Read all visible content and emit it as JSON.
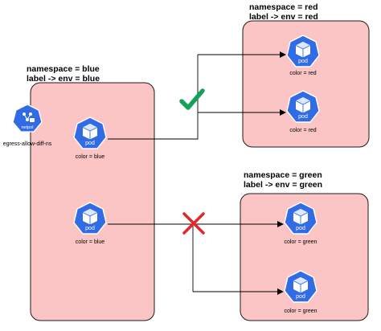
{
  "namespaces": {
    "red": {
      "title_line1": "namespace = red",
      "title_line2": "label -> env = red"
    },
    "blue": {
      "title_line1": "namespace = blue",
      "title_line2": "label -> env = blue"
    },
    "green": {
      "title_line1": "namespace = green",
      "title_line2": "label -> env = green"
    }
  },
  "pods": {
    "red_top": {
      "icon_text": "pod",
      "label": "color = red"
    },
    "red_bottom": {
      "icon_text": "pod",
      "label": "color = red"
    },
    "blue_top": {
      "icon_text": "pod",
      "label": "color = blue"
    },
    "blue_bottom": {
      "icon_text": "pod",
      "label": "color = blue"
    },
    "green_top": {
      "icon_text": "pod",
      "label": "color = green"
    },
    "green_bottom": {
      "icon_text": "pod",
      "label": "color = green"
    }
  },
  "netpol": {
    "icon_text": "netpol",
    "label": "egress-allow-diff-ns"
  },
  "connections": {
    "allowed": {
      "icon": "check-mark-icon",
      "color": "#16a05a"
    },
    "denied": {
      "icon": "cross-mark-icon",
      "color": "#e3262b"
    }
  },
  "colors": {
    "namespace_fill": "#fcc5c5",
    "namespace_stroke": "#1a1a1a",
    "k8s_blue": "#326ce5"
  }
}
